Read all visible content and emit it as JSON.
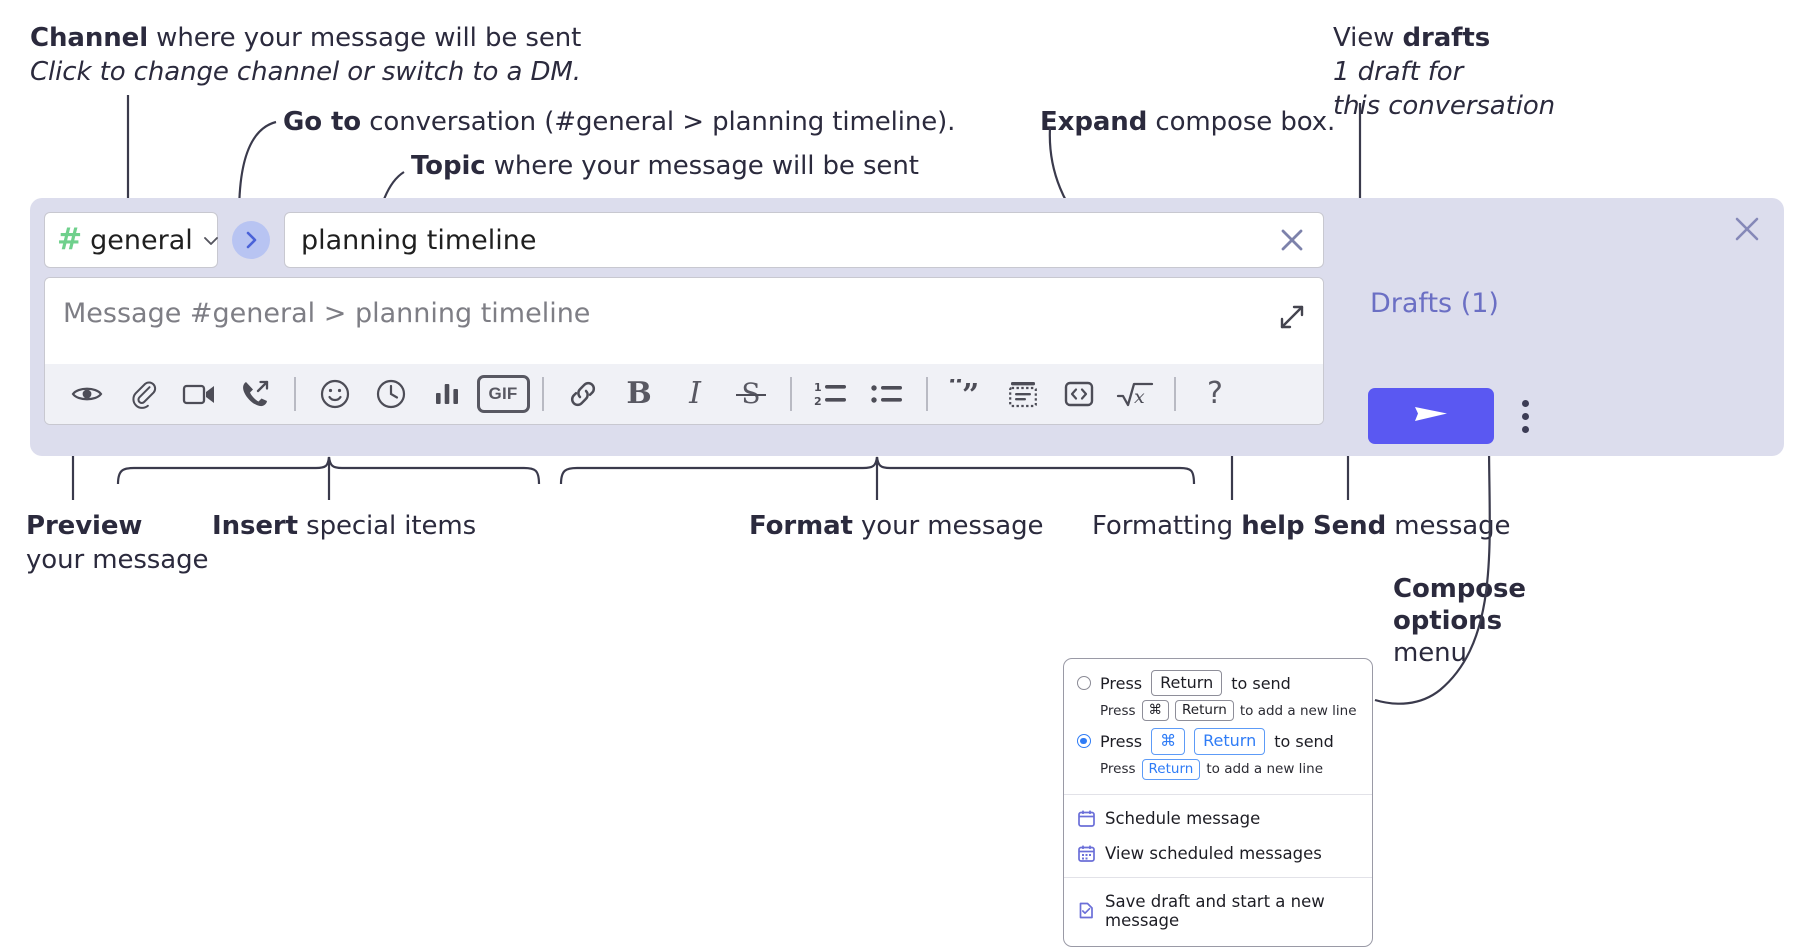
{
  "annotations": {
    "channel": {
      "bold": "Channel",
      "rest": " where your message will be sent",
      "italic": "Click to change channel or switch to a DM."
    },
    "goto": {
      "bold": "Go to",
      "rest": " conversation (#general > planning timeline)."
    },
    "topic": {
      "bold": "Topic",
      "rest": " where your message will be sent"
    },
    "expand": {
      "bold": "Expand",
      "rest": " compose box."
    },
    "drafts": {
      "line1_pre": "View ",
      "line1_bold": "drafts",
      "line2": "1 draft for",
      "line3": "this conversation"
    },
    "preview": {
      "bold": "Preview",
      "line2": "your message"
    },
    "insert": {
      "bold": "Insert",
      "rest": " special items"
    },
    "format": {
      "bold": "Format",
      "rest": " your message"
    },
    "help": {
      "pre": "Formatting ",
      "bold": "help"
    },
    "send": {
      "bold": "Send",
      "rest": " message"
    },
    "compose_options": {
      "line1": "Compose",
      "line2": "options",
      "line3": "menu"
    }
  },
  "compose": {
    "channel_chip": {
      "hash": "#",
      "name": "general",
      "icon": "chevron-down-icon"
    },
    "goto_button_icon": "chevron-right-icon",
    "topic": {
      "value": "planning timeline",
      "clear_icon": "close-icon"
    },
    "message": {
      "placeholder": "Message #general > planning timeline",
      "expand_icon": "expand-icon"
    },
    "panel_close_icon": "close-icon",
    "drafts_label": "Drafts (1)",
    "send_button": {
      "icon": "send-icon",
      "color": "#5a58f2"
    },
    "options_icon": "kebab-vertical-icon",
    "toolbar": [
      {
        "name": "preview-icon",
        "label": "Preview"
      },
      {
        "name": "attachment-icon",
        "label": "Add attachment"
      },
      {
        "name": "video-call-icon",
        "label": "Add video call"
      },
      {
        "name": "voice-call-icon",
        "label": "Add voice call"
      },
      {
        "name": "separator",
        "label": ""
      },
      {
        "name": "emoji-icon",
        "label": "Add emoji"
      },
      {
        "name": "time-icon",
        "label": "Add global time"
      },
      {
        "name": "poll-icon",
        "label": "Add poll"
      },
      {
        "name": "gif-icon",
        "label": "GIF"
      },
      {
        "name": "separator",
        "label": ""
      },
      {
        "name": "link-icon",
        "label": "Link"
      },
      {
        "name": "bold-icon",
        "label": "B"
      },
      {
        "name": "italic-icon",
        "label": "I"
      },
      {
        "name": "strikethrough-icon",
        "label": "S"
      },
      {
        "name": "separator",
        "label": ""
      },
      {
        "name": "numbered-list-icon",
        "label": "Numbered list"
      },
      {
        "name": "bulleted-list-icon",
        "label": "Bulleted list"
      },
      {
        "name": "separator",
        "label": ""
      },
      {
        "name": "quote-icon",
        "label": "Quote"
      },
      {
        "name": "spoiler-icon",
        "label": "Spoiler"
      },
      {
        "name": "code-icon",
        "label": "Code"
      },
      {
        "name": "math-icon",
        "label": "Math"
      },
      {
        "name": "separator",
        "label": ""
      },
      {
        "name": "help-icon",
        "label": "?"
      }
    ]
  },
  "popup": {
    "option1": {
      "pre": "Press",
      "key": "Return",
      "post": "to send",
      "sub_pre": "Press",
      "sub_key1": "⌘",
      "sub_key2": "Return",
      "sub_post": "to add a new line",
      "selected": false
    },
    "option2": {
      "pre": "Press",
      "key1": "⌘",
      "key2": "Return",
      "post": "to send",
      "sub_pre": "Press",
      "sub_key": "Return",
      "sub_post": "to add a new line",
      "selected": true
    },
    "items": [
      {
        "icon": "calendar-schedule-icon",
        "label": "Schedule message"
      },
      {
        "icon": "calendar-view-icon",
        "label": "View scheduled messages"
      },
      {
        "icon": "save-draft-icon",
        "label": "Save draft and start a new message"
      }
    ]
  },
  "colors": {
    "panel_bg": "#dcdded",
    "toolbar_bg": "#f0f1f6",
    "accent": "#5a58f2",
    "hash_green": "#6fd08c",
    "drafts_text": "#6b6fc4",
    "key_blue": "#2f7cf6"
  }
}
